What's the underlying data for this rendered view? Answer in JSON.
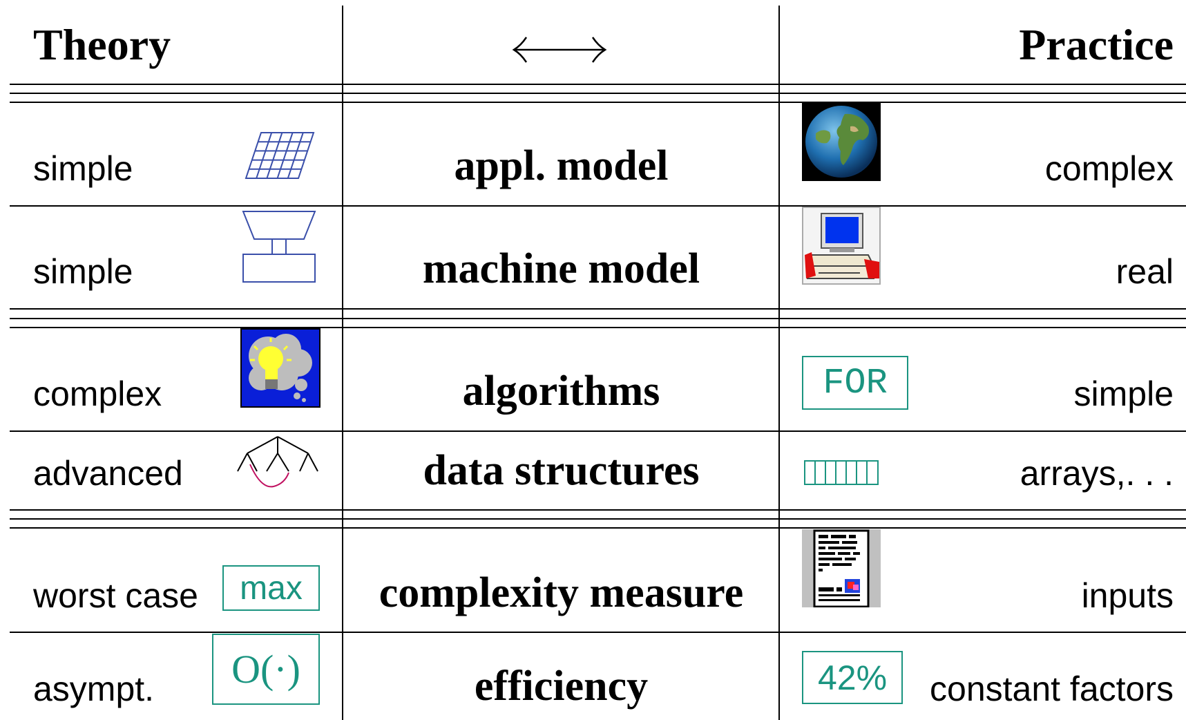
{
  "header": {
    "theory": "Theory",
    "arrow": "⟷",
    "practice": "Practice"
  },
  "rows": [
    {
      "theory": "simple",
      "concept": "appl. model",
      "practice": "complex"
    },
    {
      "theory": "simple",
      "concept": "machine model",
      "practice": "real"
    },
    {
      "theory": "complex",
      "concept": "algorithms",
      "practice": "simple"
    },
    {
      "theory": "advanced",
      "concept": "data structures",
      "practice": "arrays,. . ."
    },
    {
      "theory": "worst case",
      "concept": "complexity measure",
      "practice": "inputs"
    },
    {
      "theory": "asympt.",
      "concept": "efficiency",
      "practice": "constant factors"
    }
  ],
  "boxes": {
    "for": "FOR",
    "max": "max",
    "big_o": "O(·)",
    "percent": "42%"
  },
  "colors": {
    "accent": "#1a9480",
    "diagram_blue": "#3a4faa",
    "screen_blue": "#0033ee",
    "bulb_bg": "#0a1fd8",
    "bulb_yellow": "#ffff33"
  }
}
